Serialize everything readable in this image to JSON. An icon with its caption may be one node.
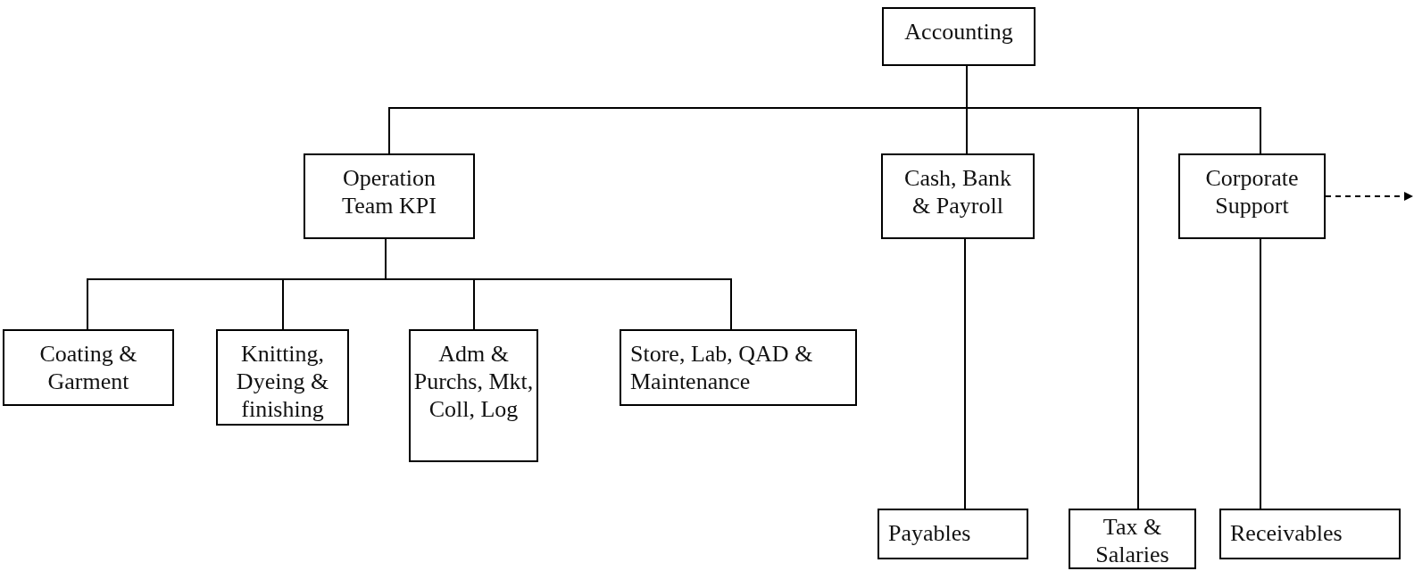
{
  "diagram": {
    "nodes": [
      {
        "text": [
          "Accounting"
        ]
      },
      {
        "text": [
          "Operation Team KPI"
        ]
      },
      {
        "text": [
          "Cash, Bank & Payroll"
        ]
      },
      {
        "text": [
          "Corporate Support"
        ]
      },
      {
        "text": [
          "Coating & Garment"
        ]
      },
      {
        "text": [
          "Knitting, Dyeing & finishing"
        ]
      },
      {
        "text": [
          "Adm & Purchs, Mkt, Coll, Log"
        ]
      },
      {
        "text": [
          "Store, Lab, QAD & Maintenance"
        ]
      },
      {
        "text": [
          "Payables"
        ]
      },
      {
        "text": [
          "Tax & Salaries"
        ]
      },
      {
        "text": [
          "Receivables"
        ]
      }
    ],
    "edges": [
      {
        "from": 0,
        "to": 1,
        "arrow": "none"
      },
      {
        "from": 0,
        "to": 2,
        "arrow": "none"
      },
      {
        "from": 0,
        "to": 9,
        "arrow": "none"
      },
      {
        "from": 0,
        "to": 3,
        "arrow": "none"
      },
      {
        "from": 1,
        "to": 4,
        "arrow": "none"
      },
      {
        "from": 1,
        "to": 5,
        "arrow": "none"
      },
      {
        "from": 1,
        "to": 6,
        "arrow": "none"
      },
      {
        "from": 1,
        "to": 7,
        "arrow": "none"
      },
      {
        "from": 2,
        "to": 8,
        "arrow": "none"
      },
      {
        "from": 3,
        "to": 10,
        "arrow": "none"
      },
      {
        "from": 3,
        "to": null,
        "arrow": "to",
        "style": "dashed"
      }
    ]
  }
}
